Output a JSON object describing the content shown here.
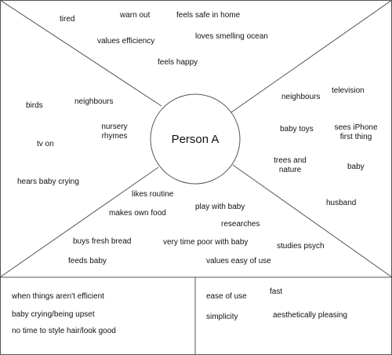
{
  "center_label": "Person A",
  "top_notes": [
    "tired",
    "warn out",
    "feels safe in home",
    "values efficiency",
    "loves smelling ocean",
    "feels happy"
  ],
  "left_notes": [
    "birds",
    "neighbours",
    "nursery rhymes",
    "tv on",
    "hears baby crying"
  ],
  "right_notes": [
    "neighbours",
    "television",
    "baby toys",
    "sees iPhone first thing",
    "trees and nature",
    "baby",
    "husband"
  ],
  "bottom_notes": [
    "likes routine",
    "makes own food",
    "play with baby",
    "researches",
    "buys fresh bread",
    "very time poor with baby",
    "studies psych",
    "feeds baby",
    "values easy of use"
  ],
  "pains": [
    "when things aren't efficient",
    "baby crying/being upset",
    "no time to style hair/look good"
  ],
  "gains": [
    "ease of use",
    "fast",
    "simplicity",
    "aesthetically pleasing"
  ]
}
